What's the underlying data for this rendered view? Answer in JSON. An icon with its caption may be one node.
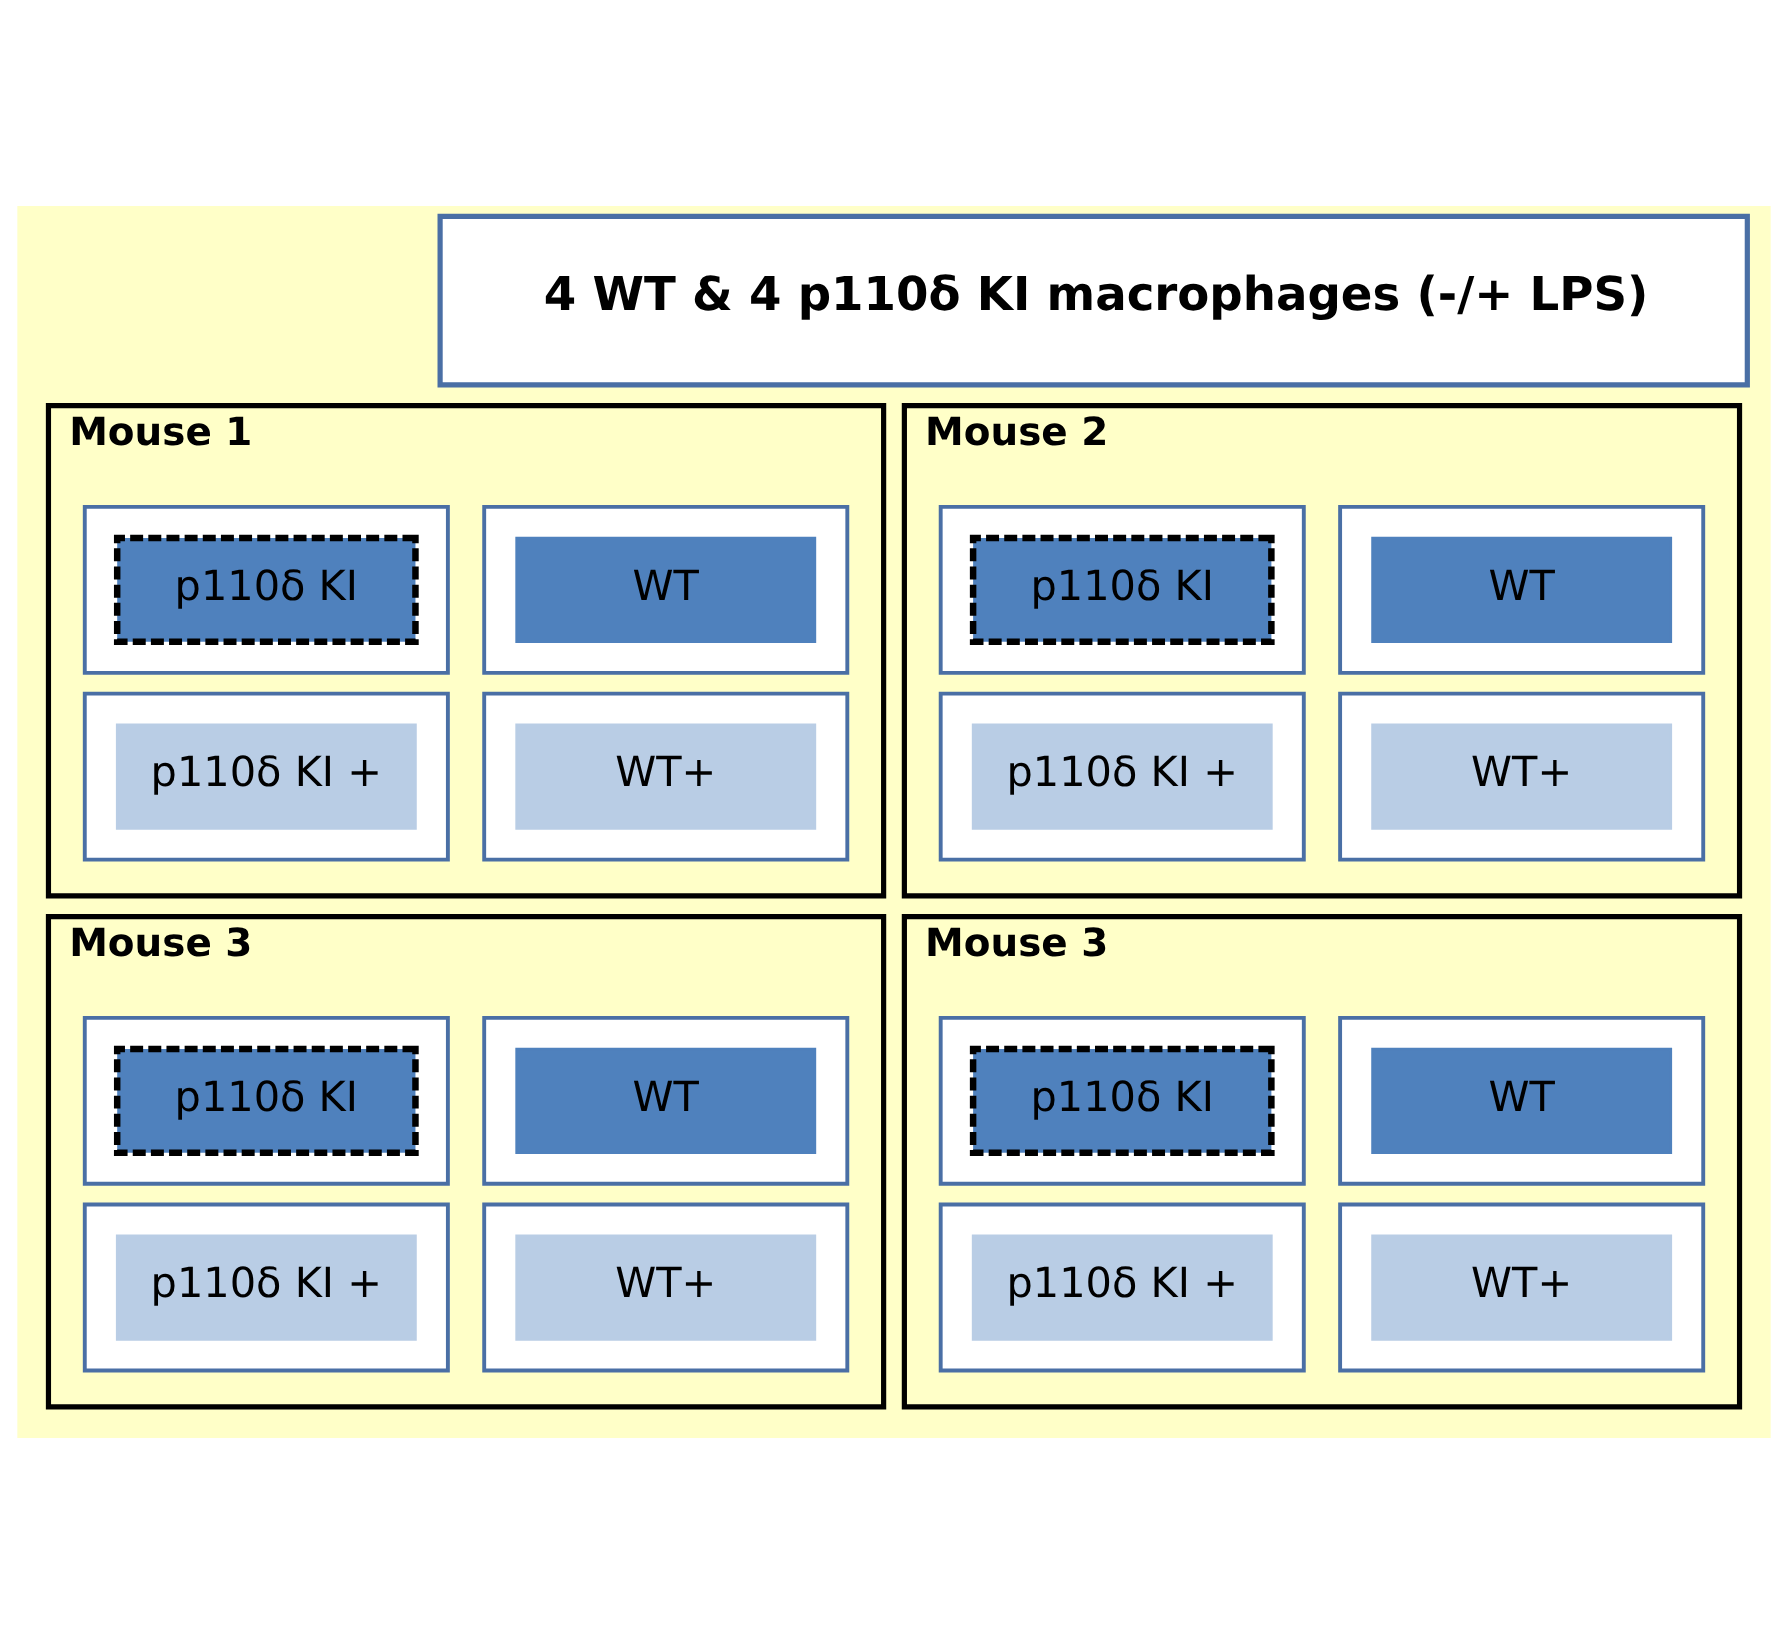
{
  "diagram": {
    "nodes": [
      {
        "text": [
          "4 WT & 4 p110δ KI macrophages (-/+ LPS)"
        ]
      },
      {
        "text": [
          "Mouse 1"
        ]
      },
      {
        "text": [],
        "shape": "box",
        "in": 1
      },
      {
        "text": [
          "WT"
        ],
        "in": 2
      },
      {
        "text": [],
        "shape": "box",
        "in": 1
      },
      {
        "text": [
          "p110δ KI"
        ],
        "in": 4
      },
      {
        "text": [],
        "shape": "box",
        "in": 1
      },
      {
        "text": [
          "WT+"
        ],
        "in": 6
      },
      {
        "text": [],
        "shape": "box",
        "in": 1
      },
      {
        "text": [
          "p110δ KI +"
        ],
        "in": 8
      },
      {
        "text": [
          "Mouse 2"
        ]
      },
      {
        "text": [],
        "shape": "box",
        "in": 10
      },
      {
        "text": [
          "WT"
        ],
        "in": 11
      },
      {
        "text": [],
        "shape": "box",
        "in": 10
      },
      {
        "text": [
          "p110δ KI"
        ],
        "in": 13
      },
      {
        "text": [],
        "shape": "box",
        "in": 10
      },
      {
        "text": [
          "WT+"
        ],
        "in": 15
      },
      {
        "text": [],
        "shape": "box",
        "in": 10
      },
      {
        "text": [
          "p110δ KI +"
        ],
        "in": 17
      },
      {
        "text": [
          "Mouse 3"
        ]
      },
      {
        "text": [],
        "shape": "box",
        "in": 19
      },
      {
        "text": [
          "WT"
        ],
        "in": 20
      },
      {
        "text": [],
        "shape": "box",
        "in": 19
      },
      {
        "text": [
          "p110δ KI"
        ],
        "in": 22
      },
      {
        "text": [],
        "shape": "box",
        "in": 19
      },
      {
        "text": [
          "WT+"
        ],
        "in": 24
      },
      {
        "text": [],
        "shape": "box",
        "in": 19
      },
      {
        "text": [
          "p110δ KI +"
        ],
        "in": 26
      },
      {
        "text": [
          "Mouse 3"
        ]
      },
      {
        "text": [],
        "shape": "box",
        "in": 28
      },
      {
        "text": [
          "WT"
        ],
        "in": 29
      },
      {
        "text": [],
        "shape": "box",
        "in": 28
      },
      {
        "text": [
          "p110δ KI"
        ],
        "in": 31
      },
      {
        "text": [],
        "shape": "box",
        "in": 28
      },
      {
        "text": [
          "WT+"
        ],
        "in": 33
      },
      {
        "text": [],
        "shape": "box",
        "in": 28
      },
      {
        "text": [
          "p110δ KI +"
        ],
        "in": 35
      }
    ]
  }
}
